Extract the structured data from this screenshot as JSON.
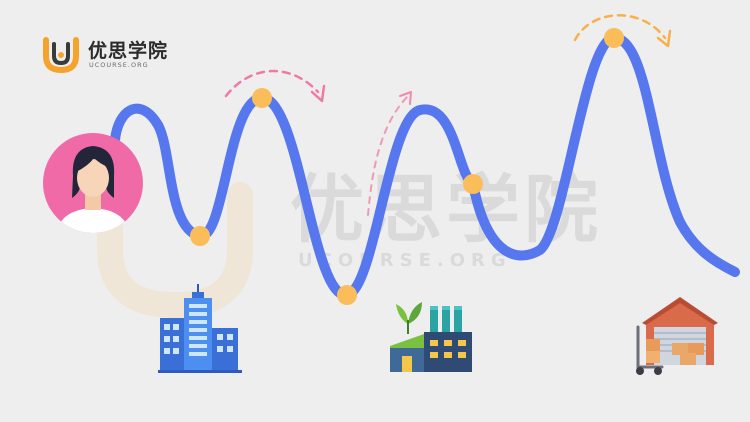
{
  "brand": {
    "name": "优思学院",
    "subtitle": "UCOURSE.ORG",
    "watermark_name": "优思学院",
    "watermark_subtitle": "UCOURSE.ORG"
  },
  "colors": {
    "background": "#eeeeef",
    "path": "#5677ee",
    "milestone": "#fbbd5a",
    "arrow_pink": "#ef7aa6",
    "arrow_orange": "#f8b04a",
    "avatar_bg": "#f06aa8",
    "logo_orange": "#f5a32a"
  },
  "icons": [
    "logo-icon",
    "person-avatar-icon",
    "office-building-icon",
    "eco-factory-icon",
    "warehouse-delivery-icon"
  ]
}
